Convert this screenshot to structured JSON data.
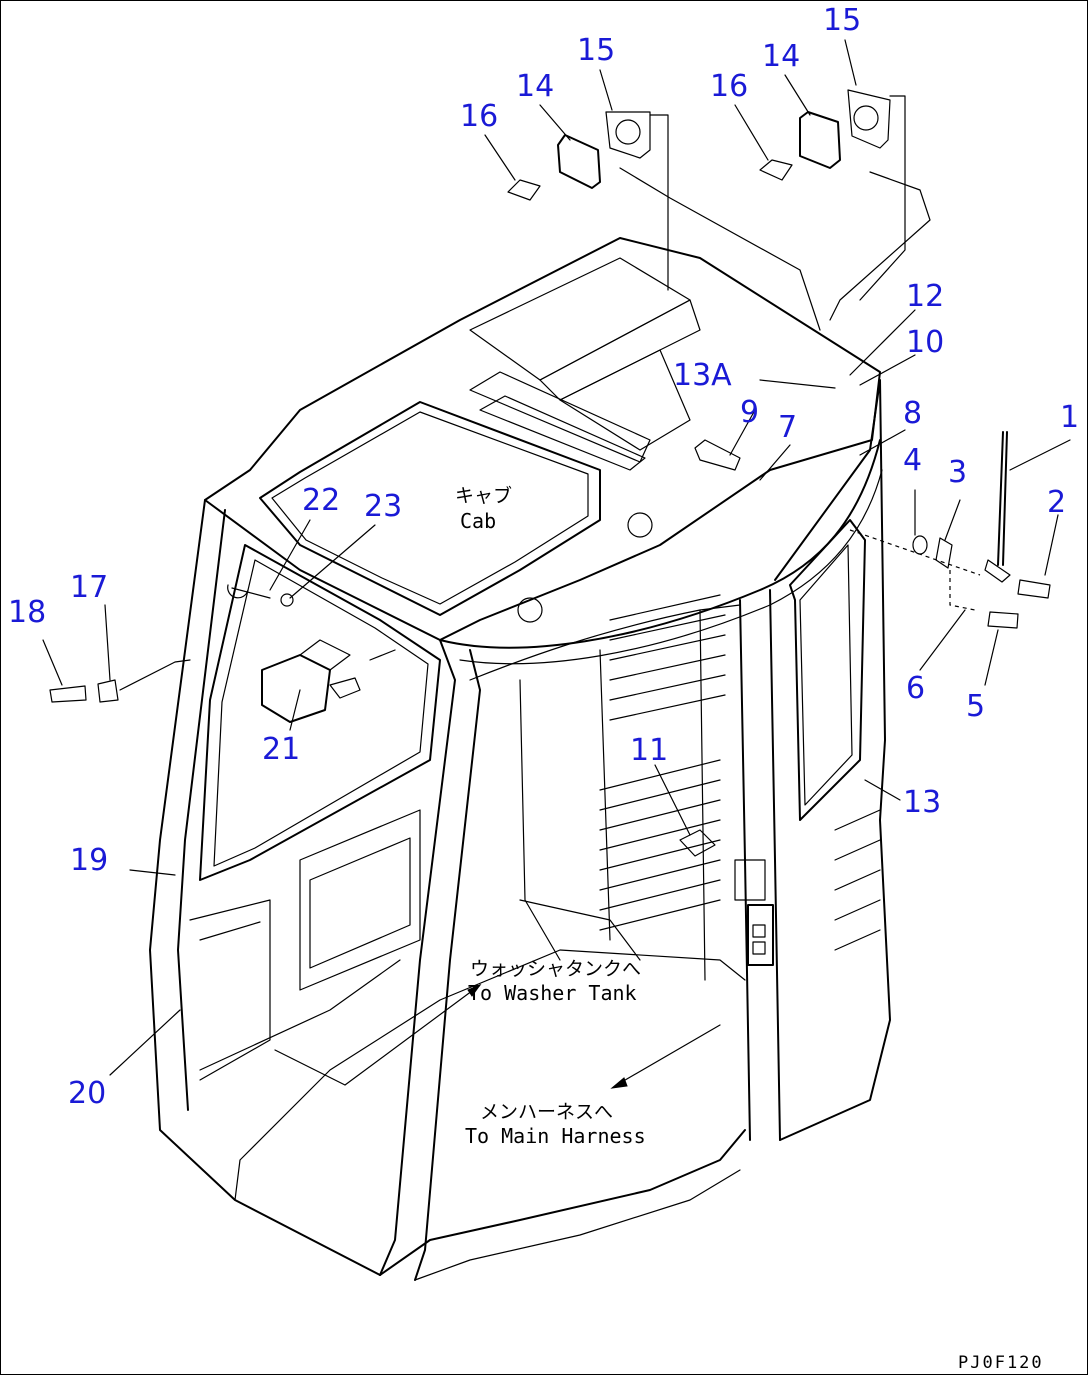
{
  "diagram": {
    "callouts": {
      "c1": "1",
      "c2": "2",
      "c3": "3",
      "c4": "4",
      "c5": "5",
      "c6": "6",
      "c7": "7",
      "c8": "8",
      "c9": "9",
      "c10": "10",
      "c11": "11",
      "c12": "12",
      "c13": "13",
      "c13a": "13A",
      "c14a": "14",
      "c14b": "14",
      "c15a": "15",
      "c15b": "15",
      "c16a": "16",
      "c16b": "16",
      "c17": "17",
      "c18": "18",
      "c19": "19",
      "c20": "20",
      "c21": "21",
      "c22": "22",
      "c23": "23"
    },
    "labels": {
      "cab_jp": "キャブ",
      "cab_en": "Cab",
      "washer_jp": "ウォッシャタンクへ",
      "washer_en": "To Washer Tank",
      "harness_jp": "メンハーネスへ",
      "harness_en": "To Main Harness"
    },
    "drawing_code": "PJ0F120"
  }
}
